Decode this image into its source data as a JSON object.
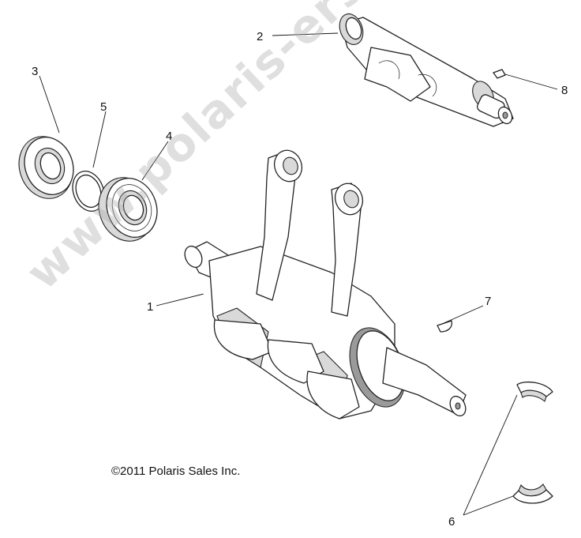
{
  "diagram": {
    "copyright": "©2011 Polaris Sales Inc.",
    "watermark": "www.polaris-ersatzteile.de",
    "callouts": [
      {
        "id": "1",
        "label": "1"
      },
      {
        "id": "2",
        "label": "2"
      },
      {
        "id": "3",
        "label": "3"
      },
      {
        "id": "4",
        "label": "4"
      },
      {
        "id": "5",
        "label": "5"
      },
      {
        "id": "6",
        "label": "6"
      },
      {
        "id": "7",
        "label": "7"
      },
      {
        "id": "8",
        "label": "8"
      }
    ]
  }
}
